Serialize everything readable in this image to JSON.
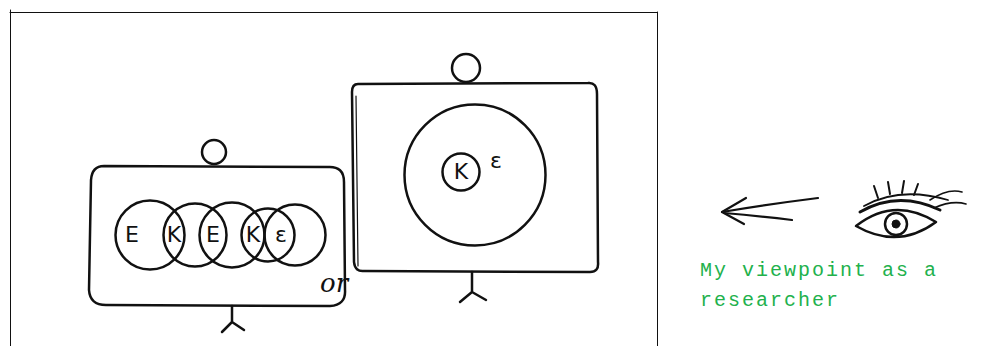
{
  "diagram": {
    "nodes": [
      {
        "text": [
          "E"
        ]
      },
      {
        "text": [
          "K"
        ]
      },
      {
        "text": [
          "E"
        ]
      },
      {
        "text": [
          "K"
        ]
      },
      {
        "text": [
          "ε"
        ]
      },
      {
        "text": [
          "ε"
        ]
      },
      {
        "text": [
          "K"
        ],
        "in": 5
      }
    ],
    "labels": [
      "or",
      "My viewpoint as a researcher"
    ]
  }
}
